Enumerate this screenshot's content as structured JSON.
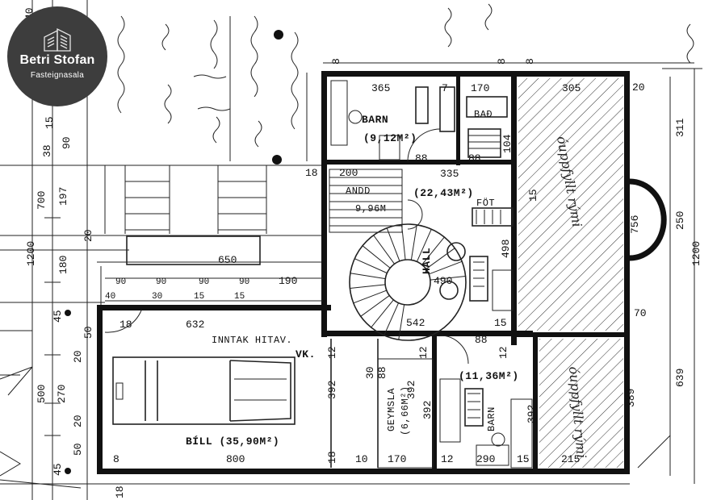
{
  "brand": {
    "name": "Betri Stofan",
    "subtitle": "Fasteignasala"
  },
  "rooms": {
    "barn_top": "BARN",
    "barn_top_area": "(9,12M²)",
    "bad": "BAÐ",
    "andd": "ANDD",
    "andd_area": "9,96M",
    "hall": "HALL",
    "hall_area": "(22,43M²)",
    "fot": "FÖT",
    "inntak": "INNTAK HITAV.",
    "vk": "VK.",
    "bill": "BÍLL (35,90M²)",
    "geymsla": "GEYMSLA",
    "geymsla_area": "(6,66M²)",
    "barn_bottom": "BARN",
    "barn_bottom_area": "(11,36M²)"
  },
  "handwriting": {
    "upper": "óuppfyllt rými",
    "lower": "óuppfyllt rými"
  },
  "dimensions": {
    "d365": "365",
    "d170a": "170",
    "d305": "305",
    "d20a": "20",
    "d311": "311",
    "d8a": "8",
    "d8b": "8",
    "d7": "7",
    "d88a": "88",
    "d88b": "88",
    "d88c": "88",
    "d335": "335",
    "d18a": "18",
    "d200": "200",
    "d104": "104",
    "d756": "756",
    "d250": "250",
    "d1200": "1200",
    "d15a": "15",
    "d490": "490",
    "d498": "498",
    "d542": "542",
    "d70": "70",
    "d15b": "15",
    "d650": "650",
    "d190": "190",
    "d90a": "90",
    "d90b": "90",
    "d90c": "90",
    "d90d": "90",
    "d40": "40",
    "d30": "30",
    "d15c": "15",
    "d15d": "15",
    "d632": "632",
    "d18b": "18",
    "d12a": "12",
    "d12b": "12",
    "d12c": "12",
    "d392a": "392",
    "d392b": "392",
    "d392c": "392",
    "d392d": "392",
    "d389": "389",
    "d639": "639",
    "d800": "800",
    "d8c": "8",
    "d18c": "18",
    "d10": "10",
    "d170b": "170",
    "d12d": "12",
    "d290": "290",
    "d15e": "15",
    "d215": "215",
    "d18d": "18",
    "d50a": "50",
    "d20b": "20",
    "d45a": "45",
    "d500": "500",
    "d270": "270",
    "d20c": "20",
    "d50b": "50",
    "d45b": "45",
    "d1200b": "1200",
    "d700": "700",
    "d197": "197",
    "d180": "180",
    "d20d": "20",
    "d38": "38",
    "d90e": "90",
    "d15f": "15",
    "d40t": "40",
    "d30t": "30",
    "d8d": "8",
    "d30b": "30",
    "d88d": "88"
  }
}
